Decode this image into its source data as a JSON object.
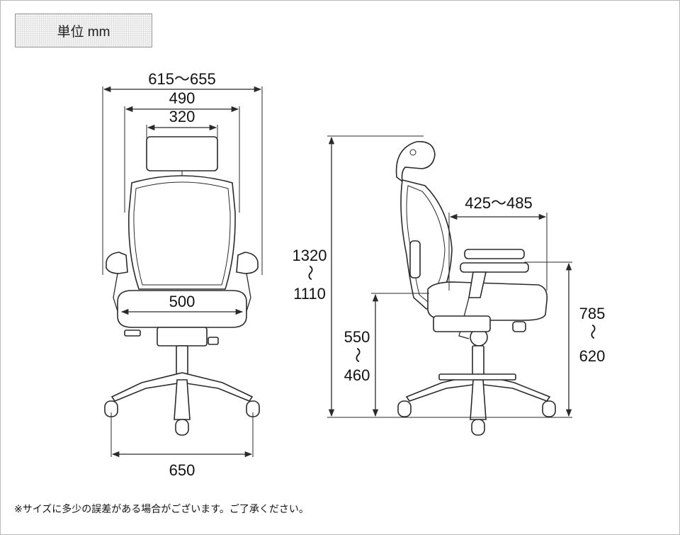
{
  "unit_label": "単位 mm",
  "front_view": {
    "overall_width": "615〜655",
    "back_width": "490",
    "headrest_width": "320",
    "seat_width": "500",
    "base_width": "650"
  },
  "side_view": {
    "overall_height_max": "1320",
    "overall_height_sep": "〜",
    "overall_height_min": "1110",
    "seat_depth": "425〜485",
    "seat_height_max": "550",
    "seat_height_sep": "〜",
    "seat_height_min": "460",
    "armrest_height_max": "785",
    "armrest_height_sep": "〜",
    "armrest_height_min": "620"
  },
  "footnote": "※サイズに多少の誤差がある場合がございます。ご了承ください。"
}
